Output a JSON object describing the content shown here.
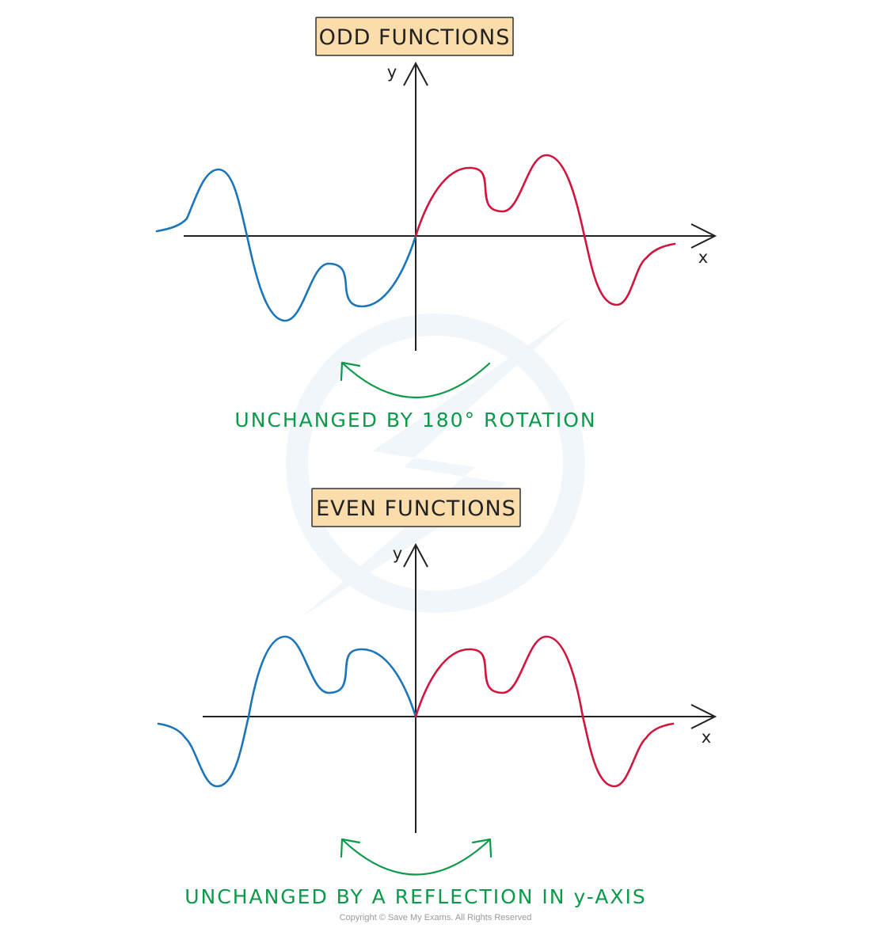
{
  "colors": {
    "title_box_fill": "#fbdcab",
    "title_box_stroke": "#333333",
    "axis": "#222222",
    "left_curve": "#1b75bb",
    "right_curve": "#d0163f",
    "caption": "#0a9a49",
    "arrow": "#0a9a49"
  },
  "odd": {
    "title": "ODD FUNCTIONS",
    "y_label": "y",
    "x_label": "x",
    "caption": "UNCHANGED BY 180° ROTATION"
  },
  "even": {
    "title": "EVEN FUNCTIONS",
    "y_label": "y",
    "x_label": "x",
    "caption": "UNCHANGED BY A REFLECTION IN y-AXIS"
  },
  "copyright": "Copyright © Save My Exams. All Rights Reserved"
}
